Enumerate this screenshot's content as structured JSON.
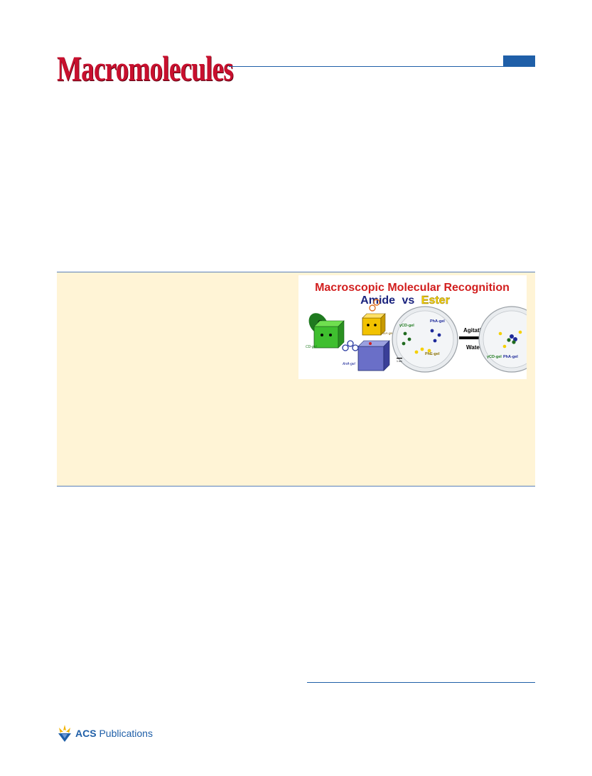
{
  "header": {
    "journal_title": "Macromolecules"
  },
  "toc_graphic": {
    "title": "Macroscopic Molecular Recognition",
    "subtitle_left": "Amide",
    "subtitle_mid": "vs",
    "subtitle_right": "Ester",
    "label_cd_gel": "CD-gel",
    "label_ant_gel": "AnA-gel",
    "label_aa_gel": "AnA-gel",
    "dish_left_label_1": "γCD-gel",
    "dish_left_label_2": "PhA-gel",
    "dish_left_label_3": "PhE-gel",
    "scale_bar": "1 cm",
    "arrow_top": "Agitation",
    "arrow_bottom": "Water",
    "dish_right_label_1": "γCD-gel",
    "dish_right_label_2": "PhA-gel",
    "question_mark": "?",
    "colors": {
      "title_red": "#d21f1f",
      "amide_blue": "#1a237e",
      "ester_yellow": "#f5d000",
      "green_gel": "#2e8b2e",
      "blue_gel": "#1e2a9a"
    }
  },
  "publisher": {
    "name_bold": "ACS",
    "name_rest": " Publications"
  }
}
